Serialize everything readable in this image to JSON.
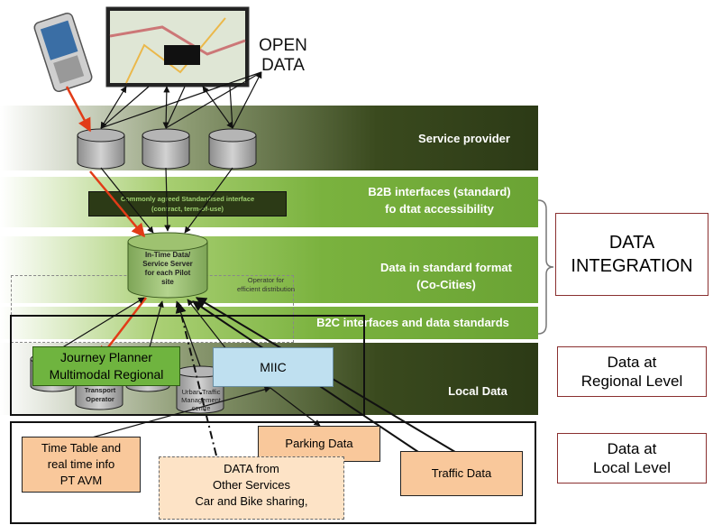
{
  "open_data": "OPEN\nDATA",
  "bands": {
    "service_provider": "Service provider",
    "b2b": "B2B interfaces (standard)\nfo dtat accessibility",
    "standard_format": "Data in standard  format\n(Co-Cities)",
    "b2c": "B2C interfaces and data standards",
    "local_data": "Local Data"
  },
  "interface_label": "Commonly agreed Standardised interface\n(contract, term-of-use)",
  "server_label": "In-Time Data/\nService Server\nfor each Pilot\nsite",
  "operator_label": "Operator for\nefficient distribution",
  "transport_operator": "Transport\nOperator",
  "urban_traffic": "Urban Traffic\nManagement\ncentre",
  "right_labels": {
    "data_integration": "DATA\nINTEGRATION",
    "regional": "Data at\nRegional Level",
    "local": "Data at\nLocal Level"
  },
  "boxes": {
    "journey_planner": "Journey Planner\nMultimodal Regional",
    "miic": "MIIC",
    "timetable": "Time Table and\nreal time info\nPT AVM",
    "parking": "Parking Data",
    "data_other": "DATA from\nOther Services\nCar and Bike sharing,",
    "traffic": "Traffic Data"
  }
}
